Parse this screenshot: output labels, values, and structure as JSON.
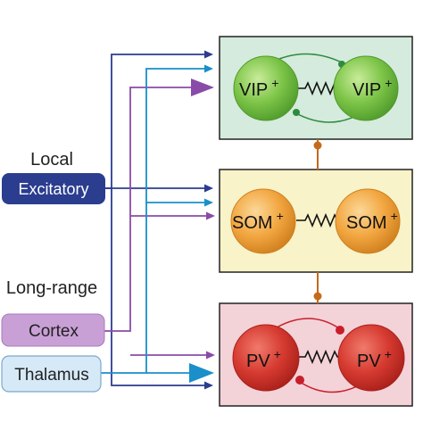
{
  "sources": {
    "local_heading": "Local",
    "excitatory": "Excitatory",
    "longrange_heading": "Long-range",
    "cortex": "Cortex",
    "thalamus": "Thalamus"
  },
  "cells": {
    "vip_left": "VIP",
    "vip_right": "VIP",
    "som_left": "SOM",
    "som_right": "SOM",
    "pv_left": "PV",
    "pv_right": "PV",
    "plus": "+"
  },
  "colors": {
    "excitatory_source": "#2b3d8f",
    "cortex_source": "#c9a0d6",
    "thalamus_source": "#d6e9f7",
    "local_arrow": "#2b3d8f",
    "cortex_arrow": "#8a4ba8",
    "thalamus_arrow": "#1a8fc9",
    "vip_panel": "#d5ebdd",
    "som_panel": "#f8f3c8",
    "pv_panel": "#f3d2d8",
    "vip_cell": "#6fbd3f",
    "som_cell": "#f2a640",
    "pv_cell": "#d63a30",
    "vip_synapse": "#2e8b3e",
    "pv_synapse": "#c81e2a",
    "inter_panel_link": "#c66a1a"
  }
}
